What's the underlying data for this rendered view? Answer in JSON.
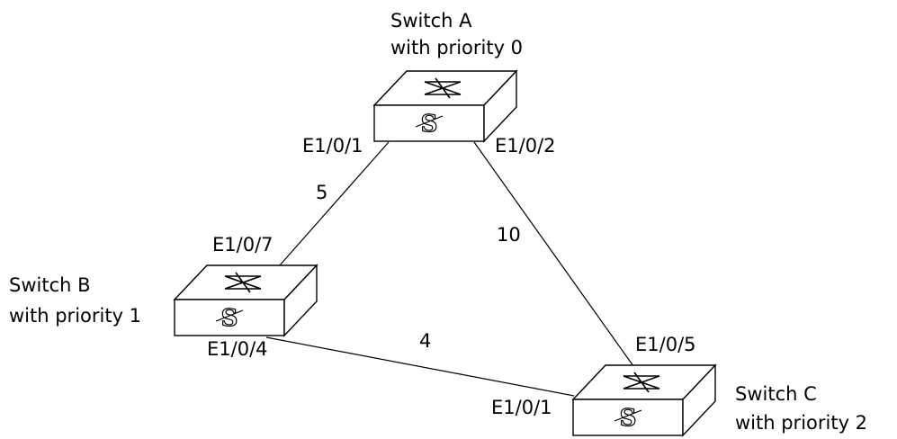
{
  "switches": {
    "a": {
      "name": "Switch A",
      "priority_label": "with priority 0",
      "icon": "network-switch-icon"
    },
    "b": {
      "name": "Switch B",
      "priority_label": "with priority 1",
      "icon": "network-switch-icon"
    },
    "c": {
      "name": "Switch C",
      "priority_label": "with priority 2",
      "icon": "network-switch-icon"
    }
  },
  "ports": {
    "a_left": "E1/0/1",
    "a_right": "E1/0/2",
    "b_top": "E1/0/7",
    "b_bottom": "E1/0/4",
    "c_left": "E1/0/1",
    "c_top": "E1/0/5"
  },
  "links": {
    "a_b_cost": "5",
    "a_c_cost": "10",
    "b_c_cost": "4"
  },
  "colors": {
    "line": "#000000",
    "background": "#ffffff"
  }
}
